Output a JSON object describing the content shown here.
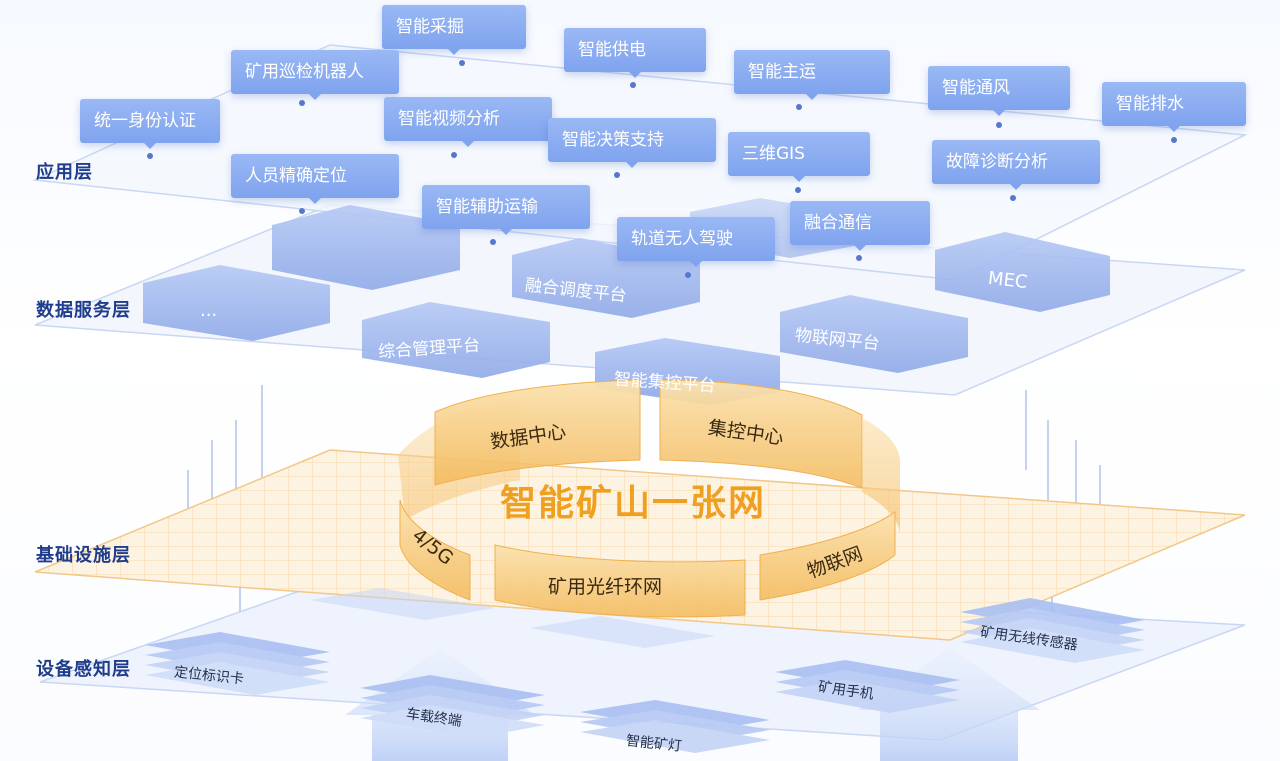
{
  "layers": {
    "app": "应用层",
    "data": "数据服务层",
    "infra": "基础设施层",
    "device": "设备感知层"
  },
  "apps": {
    "caijue": "智能采掘",
    "xunjian": "矿用巡检机器人",
    "gongdian": "智能供电",
    "zhuyun": "智能主运",
    "tongfeng": "智能通风",
    "paishui": "智能排水",
    "shenfen": "统一身份认证",
    "shipin": "智能视频分析",
    "juece": "智能决策支持",
    "gis": "三维GIS",
    "guzhang": "故障诊断分析",
    "dingwei": "人员精确定位",
    "fuzhu": "智能辅助运输",
    "guidao": "轨道无人驾驶",
    "ronghe": "融合通信"
  },
  "platforms": {
    "dots": "...",
    "diaodu": "融合调度平台",
    "mec": "MEC",
    "zonghe": "综合管理平台",
    "wulian": "物联网平台",
    "jikong": "智能集控平台"
  },
  "ring": {
    "title": "智能矿山一张网",
    "data_center": "数据中心",
    "control_center": "集控中心",
    "g45": "4/5G",
    "fiber": "矿用光纤环网",
    "iot": "物联网"
  },
  "devices": {
    "card": "定位标识卡",
    "vehicle": "车载终端",
    "lamp": "智能矿灯",
    "phone": "矿用手机",
    "sensor": "矿用无线传感器"
  }
}
